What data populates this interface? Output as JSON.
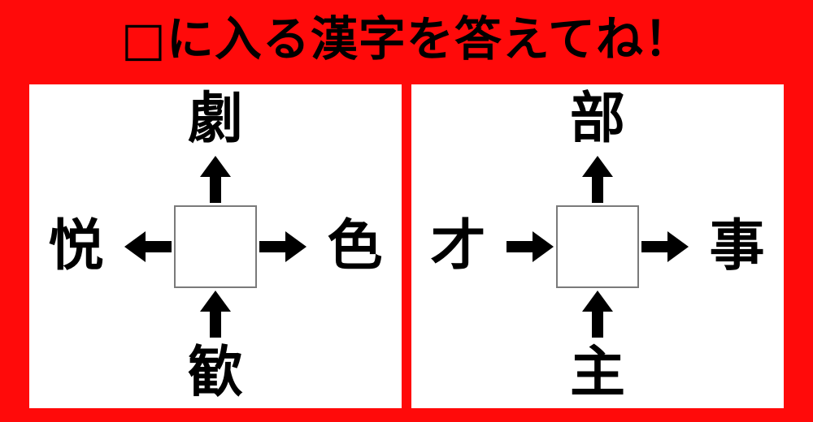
{
  "colors": {
    "background": "#FF0A0A",
    "panel": "#FFFFFF",
    "ink": "#000000",
    "box_border": "#7A7A7A"
  },
  "header": {
    "title": "□に入る漢字を答えてね！"
  },
  "puzzles": [
    {
      "id": "puzzle-left",
      "top": {
        "kanji": "劇",
        "arrow": "arrow-up-icon"
      },
      "left": {
        "kanji": "悦",
        "arrow": "arrow-left-icon"
      },
      "right": {
        "kanji": "色",
        "arrow": "arrow-right-icon"
      },
      "bottom": {
        "kanji": "歓",
        "arrow": "arrow-up-icon"
      },
      "answer": ""
    },
    {
      "id": "puzzle-right",
      "top": {
        "kanji": "部",
        "arrow": "arrow-up-icon"
      },
      "left": {
        "kanji": "才",
        "arrow": "arrow-right-icon"
      },
      "right": {
        "kanji": "事",
        "arrow": "arrow-right-icon"
      },
      "bottom": {
        "kanji": "主",
        "arrow": "arrow-up-icon"
      },
      "answer": ""
    }
  ]
}
